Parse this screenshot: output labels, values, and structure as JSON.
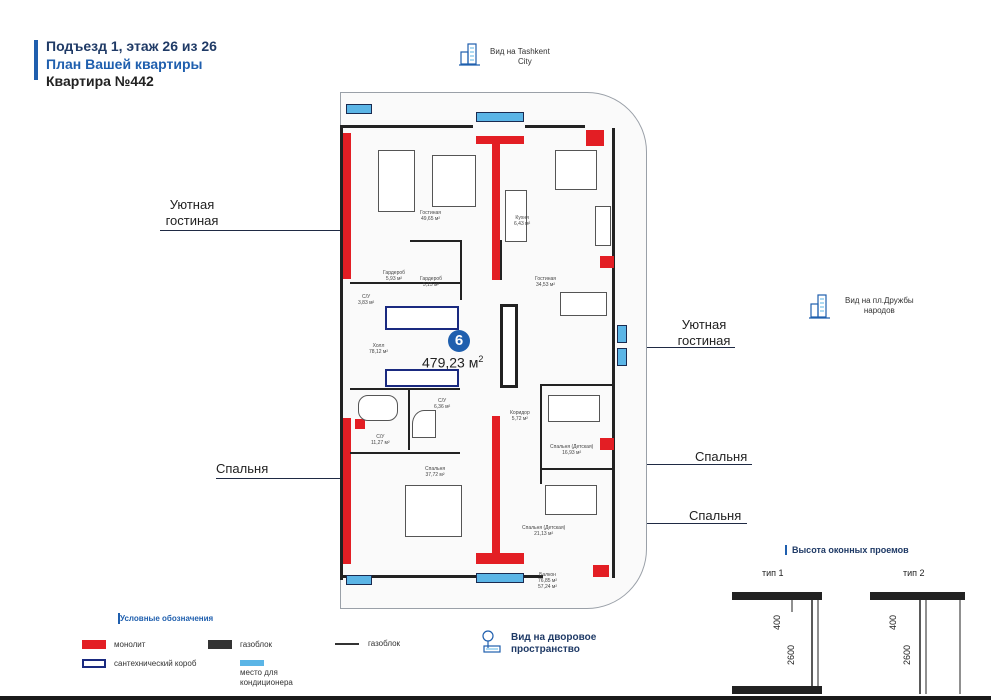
{
  "header": {
    "line1": "Подъезд 1, этаж 26 из 26",
    "line2": "План Вашей квартиры",
    "line3": "Квартира №442"
  },
  "views": {
    "top": {
      "text": "Вид на Tashkent City",
      "line1": "Вид на Tashkent",
      "line2": "City",
      "icon": "city-building-icon"
    },
    "right": {
      "text": "Вид на пл.Дружбы народов",
      "line1": "Вид на пл.Дружбы",
      "line2": "народов",
      "icon": "city-building-icon"
    },
    "bottom": {
      "line1": "Вид на дворовое",
      "line2": "пространство",
      "icon": "courtyard-tree-icon"
    }
  },
  "callouts": {
    "cozy_living_left": {
      "line1": "Уютная",
      "line2": "гостиная"
    },
    "bedroom_left": "Спальня",
    "cozy_living_right": {
      "line1": "Уютная",
      "line2": "гостиная"
    },
    "bedroom_right_1": "Спальня",
    "bedroom_right_2": "Спальня"
  },
  "plan": {
    "section_number": "6",
    "total_area": "479,23 м",
    "total_area_unit_sup": "2",
    "rooms": {
      "living1": {
        "name": "Гостиная",
        "area": "49,65 м²"
      },
      "kitchen": {
        "name": "Кухня",
        "area": "6,43 м²"
      },
      "wardrobe1": {
        "name": "Гардероб",
        "area": "5,93 м²"
      },
      "wardrobe2": {
        "name": "Гардероб",
        "area": "5,15 м²"
      },
      "wc1": {
        "name": "С/У",
        "area": "3,83 м²"
      },
      "living2": {
        "name": "Гостиная",
        "area": "34,53 м²"
      },
      "hall": {
        "name": "Холл",
        "area": "78,12 м²"
      },
      "wc2": {
        "name": "С/У",
        "area": "6,36 м²"
      },
      "corridor": {
        "name": "Коридор",
        "area": "5,72 м²"
      },
      "wc3": {
        "name": "С/У",
        "area": "11,27 м²"
      },
      "bedroom_kids1": {
        "name": "Спальня (Детская)",
        "area": "16,93 м²"
      },
      "bedroom_main": {
        "name": "Спальня",
        "area": "37,72 м²"
      },
      "bedroom_kids2": {
        "name": "Спальня (Детская)",
        "area": "21,13 м²"
      },
      "balcony": {
        "name": "Балкон",
        "area1": "76,85 м²",
        "area2": "57,24 м²"
      }
    }
  },
  "legend": {
    "title": "Условные обозначения",
    "items": [
      {
        "label": "монолит",
        "color": "#e31e24"
      },
      {
        "label": "газоблок",
        "color": "#333333"
      },
      {
        "label": "газоблок",
        "color": "#333333"
      },
      {
        "label": "сантехнический короб",
        "color": "#1a2a80"
      },
      {
        "label1": "место для",
        "label2": "кондиционера",
        "color": "#5bb5e6"
      }
    ]
  },
  "window_heights": {
    "title": "Высота оконных проемов",
    "type1": "тип 1",
    "type2": "тип 2",
    "dim_top": "400",
    "dim_main": "2600"
  },
  "colors": {
    "accent": "#1f5fae",
    "monolith": "#e31e24",
    "dot": "#0f2a66",
    "ac": "#5bb5e6"
  }
}
